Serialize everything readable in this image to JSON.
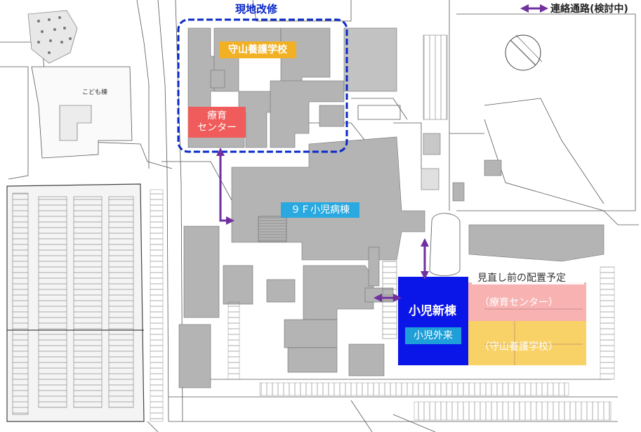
{
  "legend": {
    "connection_label": "連絡通路(検討中)",
    "arrow_color": "#7030a0"
  },
  "labels": {
    "renovation": "現地改修",
    "moriyama_school": "守山養護学校",
    "ryoiku_line1": "療育",
    "ryoiku_line2": "センター",
    "pediatric_ward": "９Ｆ小児病棟",
    "new_pediatric": "小児新棟",
    "pediatric_outpatient": "小児外来",
    "pre_review": "見直し前の配置予定",
    "ryoiku_old": "（療育センター）",
    "moriyama_old": "（守山養護学校）",
    "kodomo": "こども棟"
  },
  "colors": {
    "renovation_border": "#0a28c8",
    "school_box": "#f2b124",
    "ryoiku_box": "#f05b5b",
    "ward_box": "#29a9e0",
    "new_building": "#0a16e8",
    "outpatient_box": "#1f9fd9",
    "pink_zone": "#f7a5a5",
    "yellow_zone": "#f8cd57",
    "building_gray": "#b4b4b4"
  }
}
